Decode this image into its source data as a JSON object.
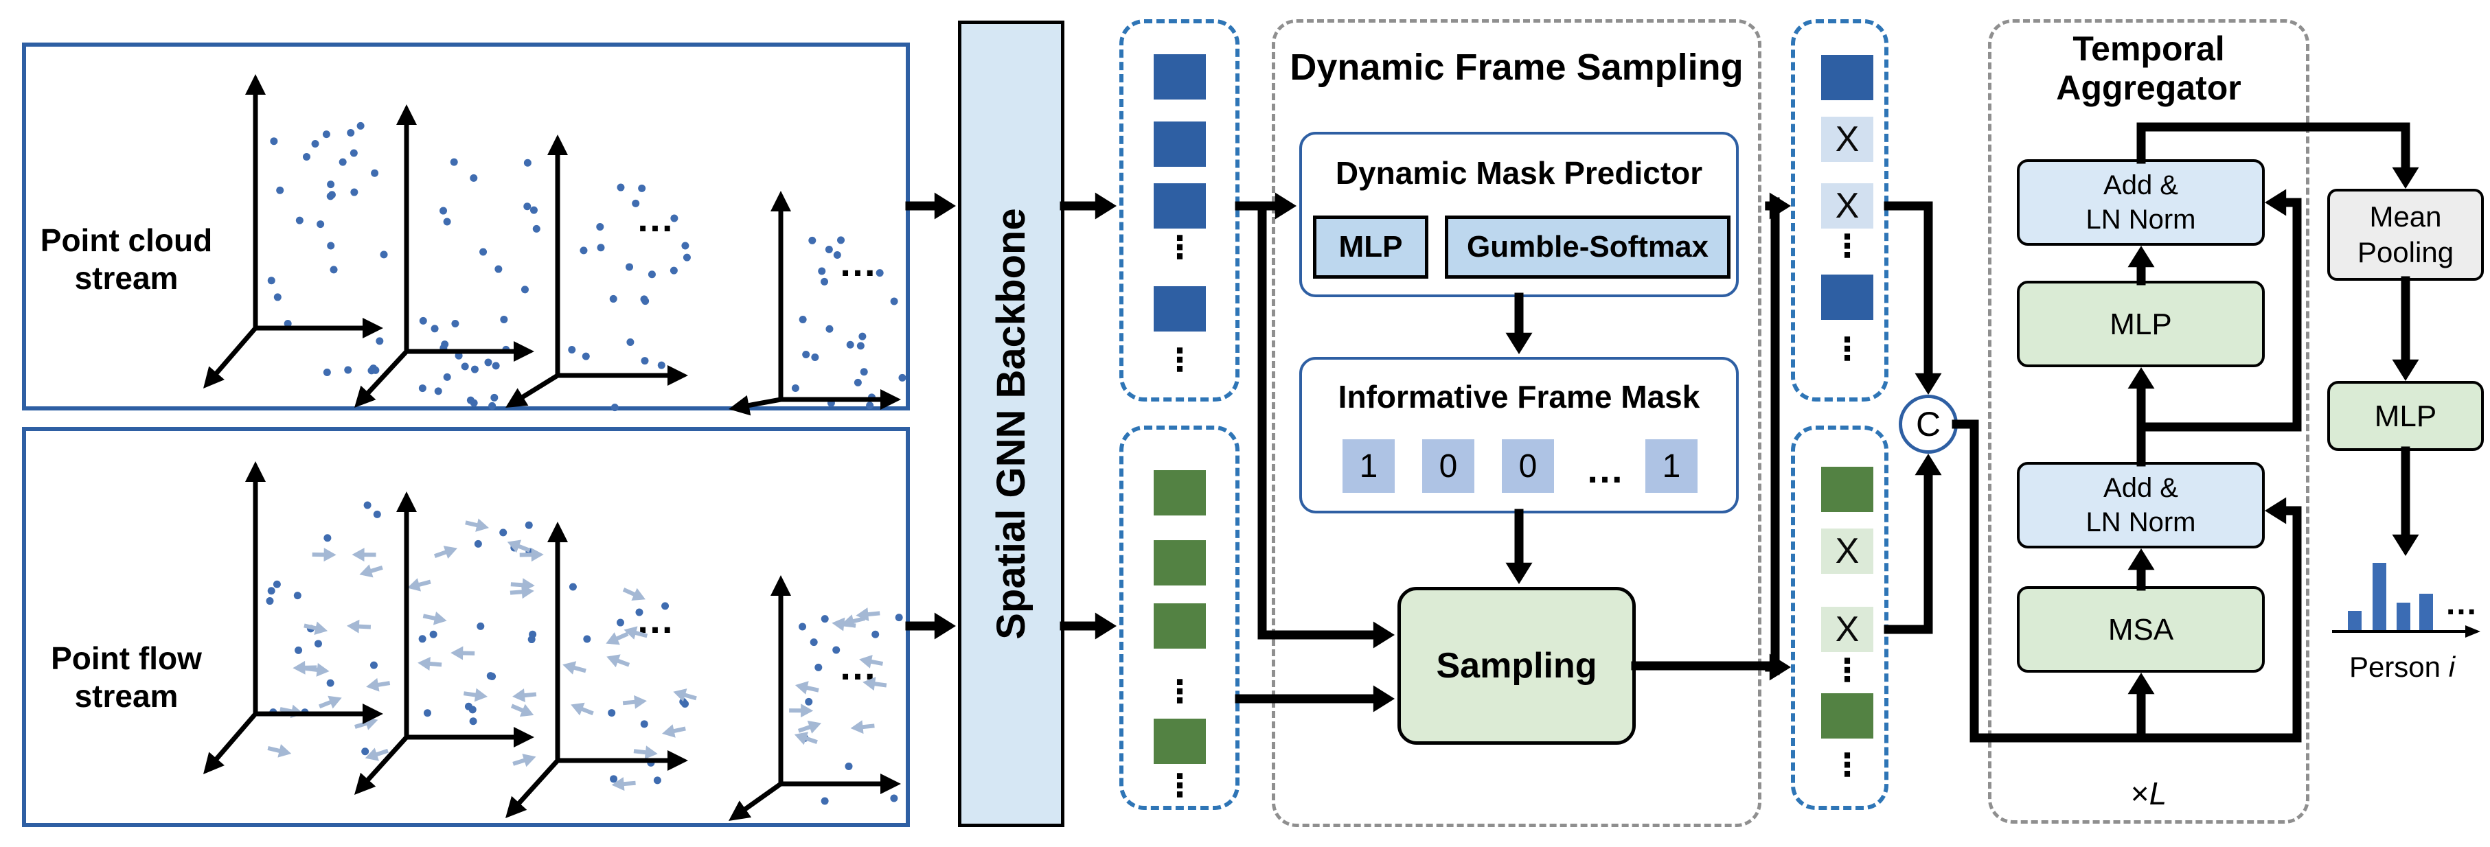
{
  "colors": {
    "stream_border": "#2E5FA3",
    "dashed_token_box": "#2E75B6",
    "dashed_module_box": "#8F8F8F",
    "token_blue": "#2E5FA3",
    "token_green": "#538243",
    "x_cell_blue": "#D2E0F0",
    "x_cell_green": "#DCEAD8",
    "backbone_fill": "#D6E7F4",
    "predictor_inner_fill": "#BDD7EE",
    "mask_cell_fill": "#AEC3E4",
    "sampling_fill": "#DCEBD5",
    "add_ln_fill": "#D9E8F6",
    "green_module_fill": "#DAEBD5",
    "mean_pooling_fill": "#EDEDED",
    "bar_blue": "#3B6CB4",
    "point_blue": "#3F6CB0",
    "flow_arrow": "#A4B8D4",
    "connector": "#000000"
  },
  "streams": {
    "cloud": {
      "label_line1": "Point cloud",
      "label_line2": "stream"
    },
    "flow": {
      "label_line1": "Point flow",
      "label_line2": "stream"
    }
  },
  "backbone": {
    "label": "Spatial GNN Backbone"
  },
  "tokens": {
    "x_mark": "X",
    "ellipsis_v": "⋮"
  },
  "misc": {
    "ellipsis_h": "…"
  },
  "dfs": {
    "title": "Dynamic Frame Sampling",
    "dmp": {
      "title": "Dynamic Mask Predictor",
      "mlp_label": "MLP",
      "gumble_label": "Gumble-Softmax"
    },
    "ifm": {
      "title": "Informative Frame Mask",
      "cells": [
        "1",
        "0",
        "0",
        "1"
      ],
      "ellipsis": "…"
    },
    "sampling_label": "Sampling"
  },
  "concat": {
    "label": "C"
  },
  "aggregator": {
    "title_line1": "Temporal",
    "title_line2": "Aggregator",
    "add_ln_top": {
      "line1": "Add &",
      "line2": "LN Norm"
    },
    "mlp_label": "MLP",
    "add_ln_bottom": {
      "line1": "Add &",
      "line2": "LN Norm"
    },
    "msa_label": "MSA",
    "repeat_prefix": "×",
    "repeat_times": "L"
  },
  "output_head": {
    "mean_pooling": {
      "line1": "Mean",
      "line2": "Pooling"
    },
    "mlp_label": "MLP",
    "person_label": "Person",
    "person_index": "i",
    "ellipsis": "…",
    "distribution_bars": [
      30,
      100,
      42,
      55
    ]
  }
}
